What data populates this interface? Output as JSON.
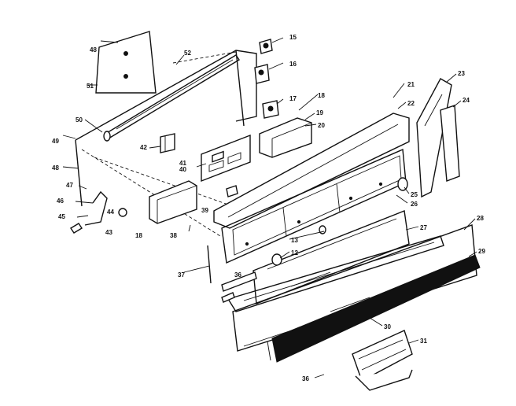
{
  "callouts": [
    {
      "id": "c48a",
      "text": "48"
    },
    {
      "id": "c51",
      "text": "51"
    },
    {
      "id": "c50",
      "text": "50"
    },
    {
      "id": "c49",
      "text": "49"
    },
    {
      "id": "c46b",
      "text": "46"
    },
    {
      "id": "c47",
      "text": "47"
    },
    {
      "id": "c48b",
      "text": "48"
    },
    {
      "id": "c45",
      "text": "45"
    },
    {
      "id": "c44",
      "text": "44"
    },
    {
      "id": "c43",
      "text": "43"
    },
    {
      "id": "c18a",
      "text": "18"
    },
    {
      "id": "c52",
      "text": "52"
    },
    {
      "id": "c42",
      "text": "42"
    },
    {
      "id": "c41",
      "text": "41"
    },
    {
      "id": "c40",
      "text": "40"
    },
    {
      "id": "c15",
      "text": "15"
    },
    {
      "id": "c16",
      "text": "16"
    },
    {
      "id": "c17",
      "text": "17"
    },
    {
      "id": "c18b",
      "text": "18"
    },
    {
      "id": "c19",
      "text": "19"
    },
    {
      "id": "c20",
      "text": "20"
    },
    {
      "id": "c21",
      "text": "21"
    },
    {
      "id": "c22",
      "text": "22"
    },
    {
      "id": "c23",
      "text": "23"
    },
    {
      "id": "c24",
      "text": "24"
    },
    {
      "id": "c25",
      "text": "25"
    },
    {
      "id": "c26",
      "text": "26"
    },
    {
      "id": "c27",
      "text": "27"
    },
    {
      "id": "c28",
      "text": "28"
    },
    {
      "id": "c29",
      "text": "29"
    },
    {
      "id": "c39",
      "text": "39"
    },
    {
      "id": "c38",
      "text": "38"
    },
    {
      "id": "c13",
      "text": "13"
    },
    {
      "id": "c12",
      "text": "12"
    },
    {
      "id": "c37",
      "text": "37"
    },
    {
      "id": "c36",
      "text": "36"
    },
    {
      "id": "c30",
      "text": "30"
    },
    {
      "id": "c31",
      "text": "31"
    },
    {
      "id": "c36b",
      "text": "36"
    }
  ]
}
